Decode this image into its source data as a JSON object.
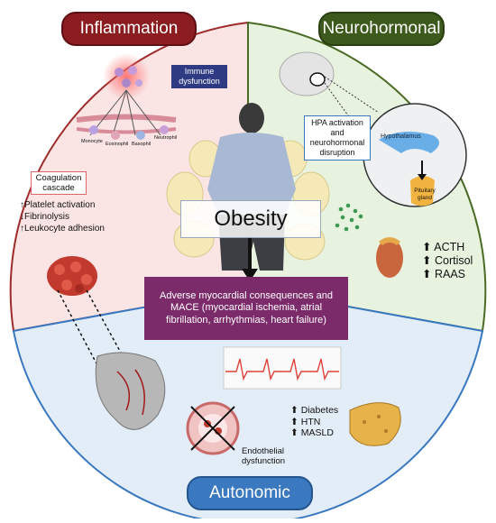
{
  "sections": {
    "inflammation": {
      "title": "Inflammation",
      "color": "#8b1c20",
      "bg": "#fbe4e4"
    },
    "neurohormonal": {
      "title": "Neurohormonal",
      "color": "#3d5a1c",
      "bg": "#e8f3df"
    },
    "autonomic": {
      "title": "Autonomic",
      "color": "#3a78c0",
      "bg": "#e3edf8"
    }
  },
  "inflammation": {
    "immune_label": "Immune dysfunction",
    "cells": [
      "Monocyte",
      "Eosinophil",
      "Basophil",
      "Neutrophil"
    ],
    "coagulation_label": "Coagulation cascade",
    "effects": [
      {
        "arrow": "↑",
        "text": "Platelet activation"
      },
      {
        "arrow": "↓",
        "text": "Fibrinolysis"
      },
      {
        "arrow": "↑",
        "text": "Leukocyte adhesion"
      }
    ]
  },
  "neurohormonal": {
    "hpa_label": "HPA activation and neurohormonal disruption",
    "hypothalamus": "Hypothalamus",
    "pituitary": "Pituitary gland",
    "hormones": [
      {
        "arrow": "⬆",
        "text": "ACTH"
      },
      {
        "arrow": "⬆",
        "text": "Cortisol"
      },
      {
        "arrow": "⬆",
        "text": "RAAS"
      }
    ]
  },
  "center": {
    "title": "Obesity",
    "outcome": "Adverse myocardial consequences and MACE (myocardial ischemia, atrial fibrillation, arrhythmias, heart failure)",
    "outcome_color": "#7b2a6a"
  },
  "autonomic": {
    "conditions": [
      {
        "arrow": "⬆",
        "text": "Diabetes"
      },
      {
        "arrow": "⬆",
        "text": "HTN"
      },
      {
        "arrow": "⬆",
        "text": "MASLD"
      }
    ],
    "endothelial_label": "Endothelial dysfunction"
  }
}
